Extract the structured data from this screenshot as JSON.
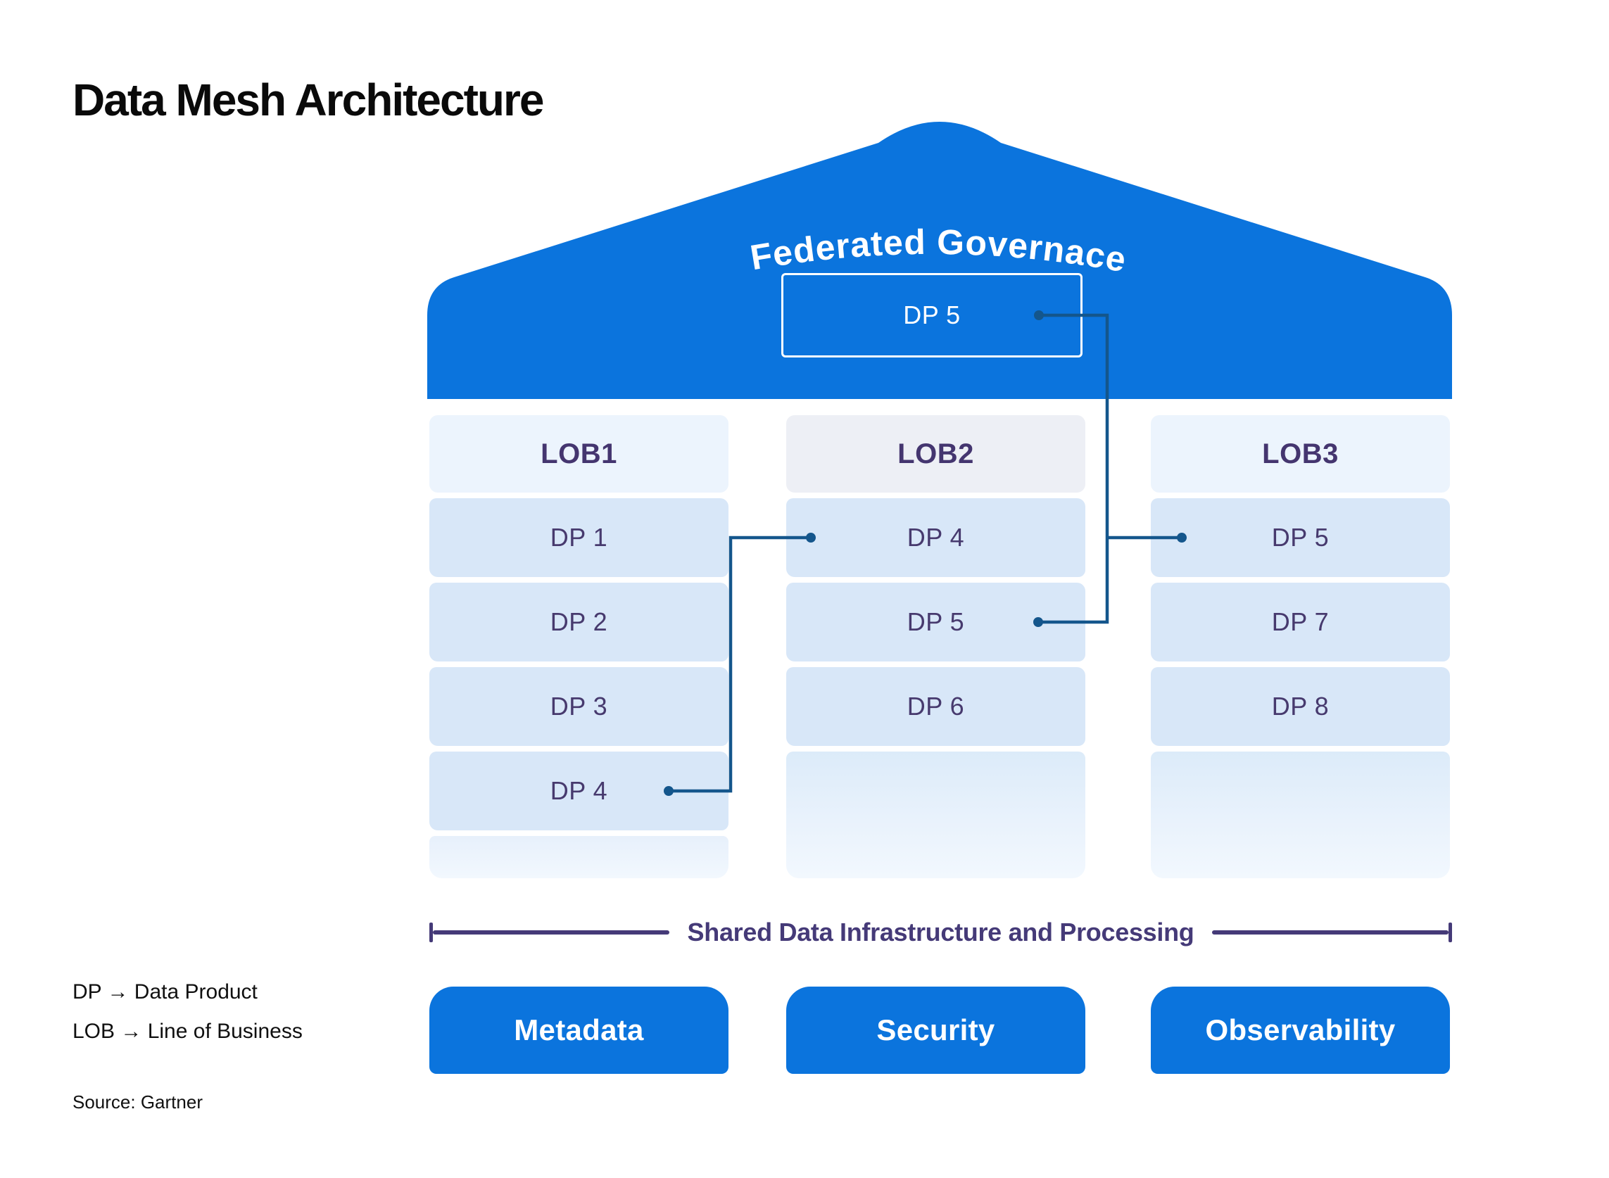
{
  "title": "Data Mesh Architecture",
  "governance": {
    "label": "Federated Governace",
    "product": "DP 5"
  },
  "columns": [
    {
      "name": "LOB1",
      "products": [
        "DP 1",
        "DP 2",
        "DP 3",
        "DP 4"
      ]
    },
    {
      "name": "LOB2",
      "products": [
        "DP 4",
        "DP 5",
        "DP 6"
      ]
    },
    {
      "name": "LOB3",
      "products": [
        "DP 5",
        "DP 7",
        "DP 8"
      ]
    }
  ],
  "connections": [
    {
      "from": "LOB1 / DP 4",
      "to": "LOB2 / DP 4"
    },
    {
      "from": "Federated Governace / DP 5",
      "to": "LOB3 / DP 5"
    },
    {
      "from": "Federated Governace / DP 5",
      "to": "LOB2 / DP 5"
    }
  ],
  "shared_bar_label": "Shared Data Infrastructure and Processing",
  "foundation": {
    "items": [
      "Metadata",
      "Security",
      "Observability"
    ]
  },
  "legend": {
    "line1": "DP → Data Product",
    "line2": "LOB → Line of Business"
  },
  "source": "Source: Gartner",
  "colors": {
    "primary_blue": "#0b74dd",
    "product_row_fill": "#d8e7f8",
    "column_header_fill": "#ecf4fd",
    "column_header_lob2_fill": "#edeff5",
    "purple_text": "#44356f",
    "connector_blue": "#14568c"
  }
}
